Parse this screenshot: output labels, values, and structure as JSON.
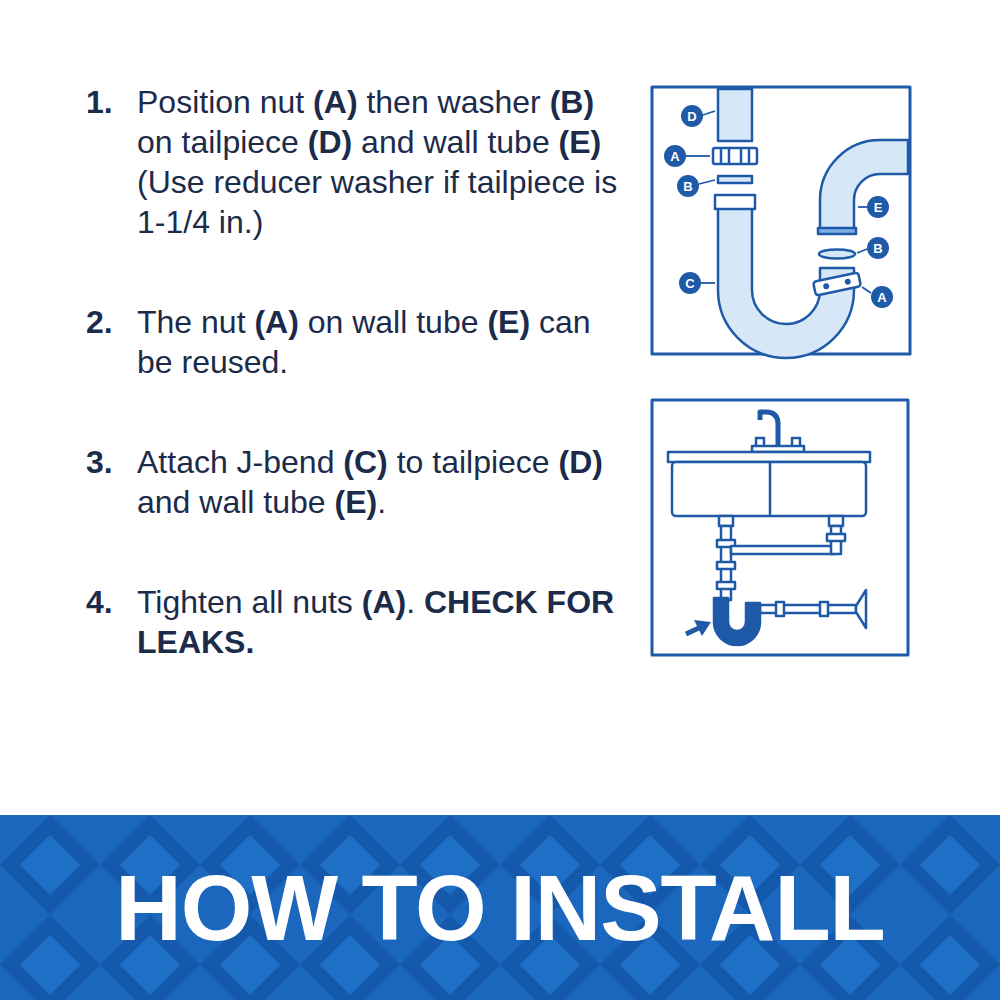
{
  "diagram": {
    "nodes": [
      {
        "text": [
          "D"
        ]
      },
      {
        "text": [
          "A"
        ]
      },
      {
        "text": [
          "B"
        ]
      },
      {
        "text": [
          "E"
        ]
      },
      {
        "text": [
          "B"
        ]
      },
      {
        "text": [
          "C"
        ]
      },
      {
        "text": [
          "A"
        ]
      },
      {
        "text": [
          "HOW TO INSTALL"
        ]
      }
    ],
    "labels": [
      "1.",
      "Position nut (A) then washer (B) on tailpiece (D) and wall tube (E) (Use reducer washer if tailpiece is 1-1/4 in.)",
      "2.",
      "The nut (A) on wall tube (E) can be reused.",
      "3.",
      "Attach J-bend (C) to tailpiece (D) and wall tube (E).",
      "4.",
      "Tighten all nuts (A). CHECK FOR LEAKS."
    ]
  }
}
